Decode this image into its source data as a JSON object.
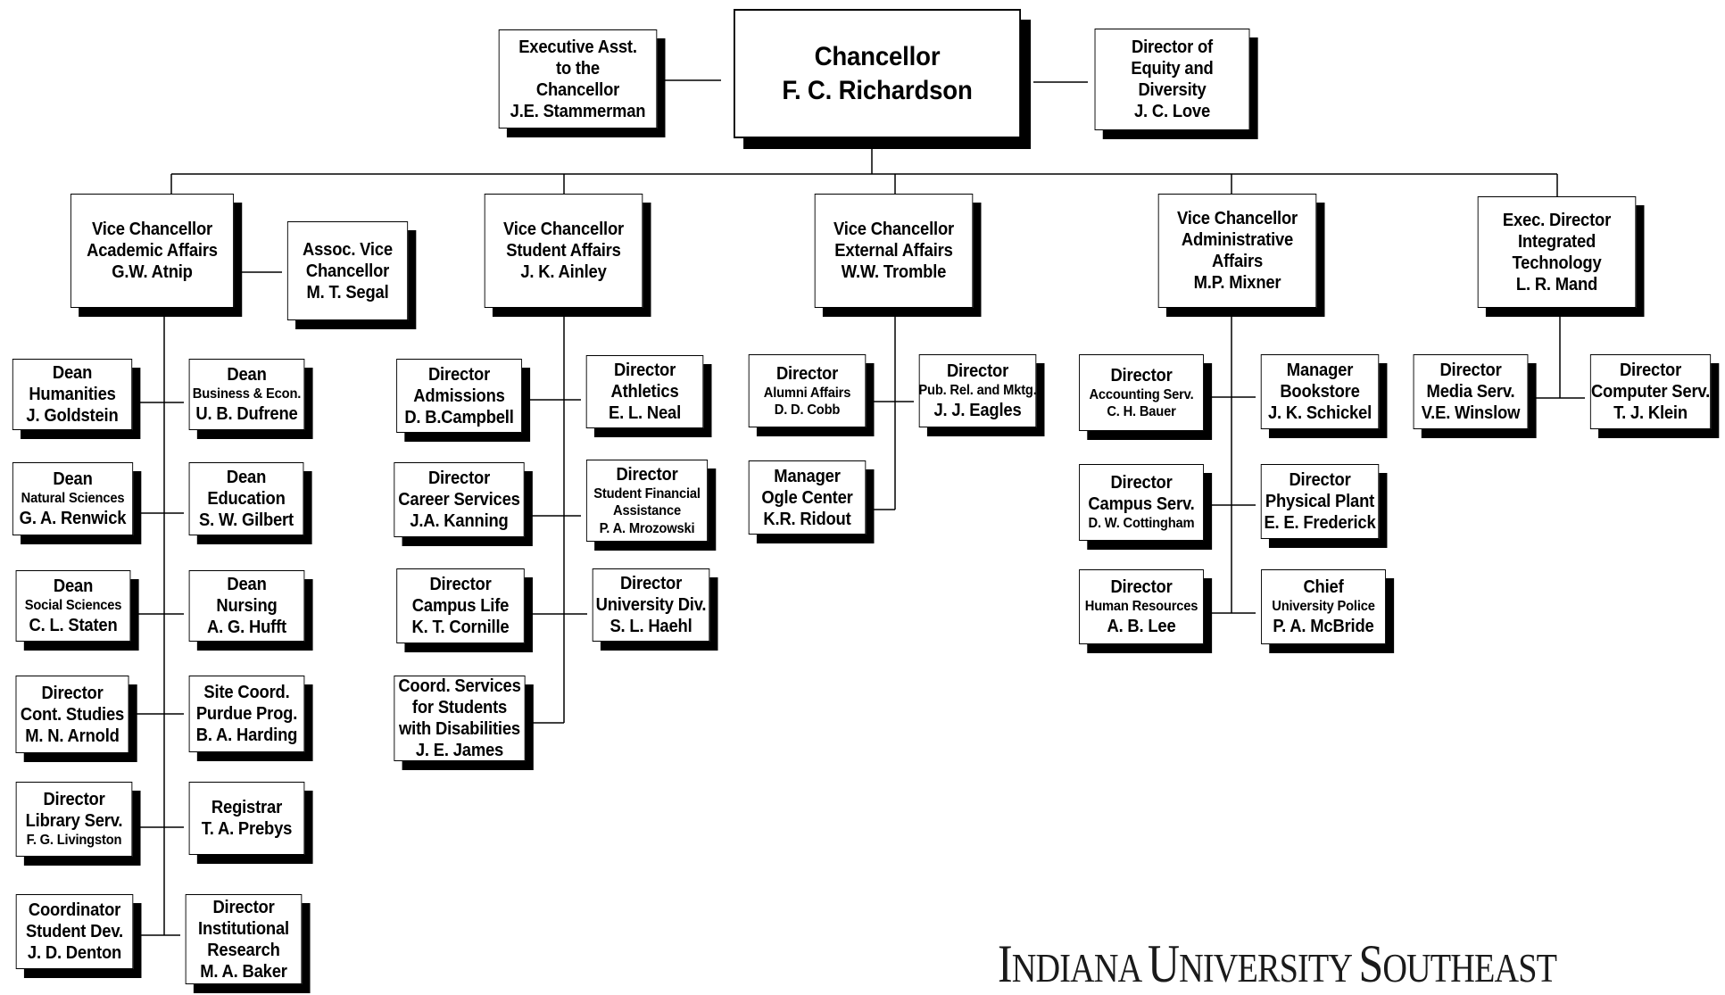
{
  "chart_title": "",
  "logo_text": "INDIANA UNIVERSITY SOUTHEAST",
  "chancellor": {
    "lines": [
      "Chancellor",
      "F. C. Richardson"
    ]
  },
  "exec_asst": {
    "lines": [
      "Executive Asst.",
      "to the",
      "Chancellor",
      "J.E. Stammerman"
    ]
  },
  "equity_director": {
    "lines": [
      "Director of",
      "Equity and",
      "Diversity",
      "J. C. Love"
    ]
  },
  "vc_academic": {
    "lines": [
      "Vice Chancellor",
      "Academic Affairs",
      "G.W. Atnip"
    ]
  },
  "assoc_vc": {
    "lines": [
      "Assoc. Vice",
      "Chancellor",
      "M. T. Segal"
    ]
  },
  "vc_student": {
    "lines": [
      "Vice Chancellor",
      "Student Affairs",
      "J. K. Ainley"
    ]
  },
  "vc_external": {
    "lines": [
      "Vice Chancellor",
      "External Affairs",
      "W.W. Tromble"
    ]
  },
  "vc_admin": {
    "lines": [
      "Vice Chancellor",
      "Administrative",
      "Affairs",
      "M.P. Mixner"
    ]
  },
  "exec_it": {
    "lines": [
      "Exec. Director",
      "Integrated",
      "Technology",
      "L. R. Mand"
    ]
  },
  "academic_units": [
    {
      "id": "humanities",
      "lines": [
        "Dean",
        "Humanities",
        "J. Goldstein"
      ]
    },
    {
      "id": "business",
      "lines": [
        "Dean",
        "Business & Econ.",
        "U. B. Dufrene"
      ],
      "small": [
        1
      ]
    },
    {
      "id": "natsci",
      "lines": [
        "Dean",
        "Natural Sciences",
        "G. A. Renwick"
      ],
      "small": [
        1
      ]
    },
    {
      "id": "education",
      "lines": [
        "Dean",
        "Education",
        "S. W. Gilbert"
      ]
    },
    {
      "id": "socsci",
      "lines": [
        "Dean",
        "Social Sciences",
        "C. L. Staten"
      ],
      "small": [
        1
      ]
    },
    {
      "id": "nursing",
      "lines": [
        "Dean",
        "Nursing",
        "A. G. Hufft"
      ]
    },
    {
      "id": "contstudies",
      "lines": [
        "Director",
        "Cont. Studies",
        "M. N. Arnold"
      ]
    },
    {
      "id": "purdue",
      "lines": [
        "Site Coord.",
        "Purdue Prog.",
        "B. A. Harding"
      ]
    },
    {
      "id": "library",
      "lines": [
        "Director",
        "Library Serv.",
        "F. G. Livingston"
      ],
      "small": [
        2
      ]
    },
    {
      "id": "registrar",
      "lines": [
        "Registrar",
        "T. A. Prebys"
      ]
    },
    {
      "id": "studentdev",
      "lines": [
        "Coordinator",
        "Student Dev.",
        "J. D. Denton"
      ]
    },
    {
      "id": "instresearch",
      "lines": [
        "Director",
        "Institutional",
        "Research",
        "M. A. Baker"
      ]
    }
  ],
  "student_units": [
    {
      "id": "admissions",
      "lines": [
        "Director",
        "Admissions",
        "D. B.Campbell"
      ]
    },
    {
      "id": "athletics",
      "lines": [
        "Director",
        "Athletics",
        "E. L. Neal"
      ]
    },
    {
      "id": "career",
      "lines": [
        "Director",
        "Career Services",
        "J.A. Kanning"
      ]
    },
    {
      "id": "finaid",
      "lines": [
        "Director",
        "Student Financial",
        "Assistance",
        "P. A. Mrozowski"
      ],
      "small": [
        1,
        2,
        3
      ]
    },
    {
      "id": "campuslife",
      "lines": [
        "Director",
        "Campus Life",
        "K. T. Cornille"
      ]
    },
    {
      "id": "univdiv",
      "lines": [
        "Director",
        "University Div.",
        "S. L. Haehl"
      ]
    },
    {
      "id": "disabilities",
      "lines": [
        "Coord. Services",
        "for Students",
        "with Disabilities",
        "J. E. James"
      ]
    }
  ],
  "external_units": [
    {
      "id": "alumni",
      "lines": [
        "Director",
        "Alumni Affairs",
        "D. D. Cobb"
      ],
      "small": [
        1,
        2
      ]
    },
    {
      "id": "pubrel",
      "lines": [
        "Director",
        "Pub. Rel. and Mktg.",
        "J. J. Eagles"
      ],
      "small": [
        1
      ]
    },
    {
      "id": "ogle",
      "lines": [
        "Manager",
        "Ogle Center",
        "K.R. Ridout"
      ]
    }
  ],
  "admin_units": [
    {
      "id": "accounting",
      "lines": [
        "Director",
        "Accounting Serv.",
        "C. H. Bauer"
      ],
      "small": [
        1,
        2
      ]
    },
    {
      "id": "bookstore",
      "lines": [
        "Manager",
        "Bookstore",
        "J. K. Schickel"
      ]
    },
    {
      "id": "campusserv",
      "lines": [
        "Director",
        "Campus Serv.",
        "D. W. Cottingham"
      ],
      "small": [
        2
      ]
    },
    {
      "id": "plant",
      "lines": [
        "Director",
        "Physical Plant",
        "E. E. Frederick"
      ]
    },
    {
      "id": "hr",
      "lines": [
        "Director",
        "Human Resources",
        "A. B. Lee"
      ],
      "small": [
        1
      ]
    },
    {
      "id": "police",
      "lines": [
        "Chief",
        "University Police",
        "P. A. McBride"
      ],
      "small": [
        1
      ]
    }
  ],
  "it_units": [
    {
      "id": "media",
      "lines": [
        "Director",
        "Media Serv.",
        "V.E. Winslow"
      ]
    },
    {
      "id": "computer",
      "lines": [
        "Director",
        "Computer Serv.",
        "T. J. Klein"
      ]
    }
  ]
}
